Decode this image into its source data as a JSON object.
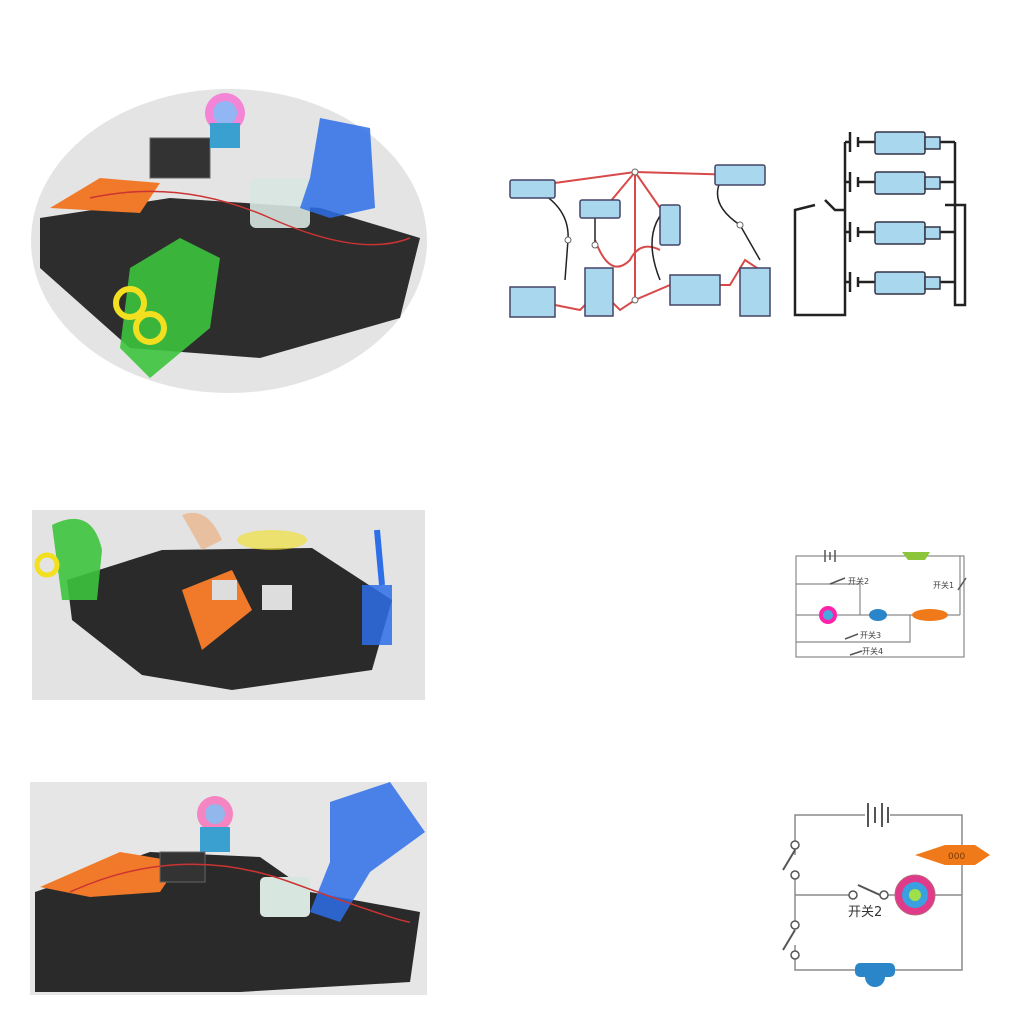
{
  "colors": {
    "wire_red": "#d84a4a",
    "wire_black": "#222222",
    "wire_gray": "#8a8a8a",
    "component_blue": "#a9d8ee",
    "motor_blue": "#2a86c8",
    "buzzer_orange": "#f07a1a",
    "lamp_green": "#8cc43a",
    "photo_bg": "#e6e6e6",
    "board_black": "#2a2a2a"
  },
  "diagram_mid": {
    "labels": {
      "switch1": "开关1",
      "switch2": "开关2",
      "switch3": "开关3",
      "switch4": "开关4"
    }
  },
  "diagram_bottom": {
    "labels": {
      "switch2": "开关2",
      "buzzer_display": "000"
    }
  }
}
